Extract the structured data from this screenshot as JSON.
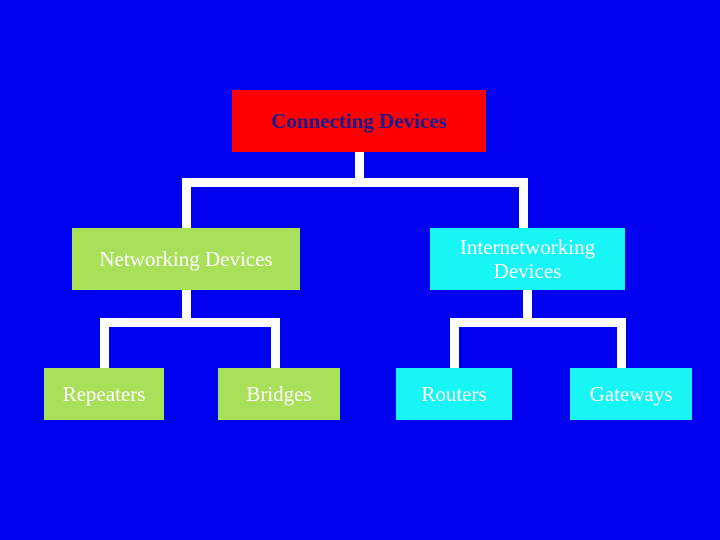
{
  "slide": {
    "background_color": "#0000f0",
    "title": "Connecting Devices"
  },
  "diagram": {
    "type": "tree",
    "nodes": [
      {
        "id": "root",
        "label": "Connecting Devices",
        "fill": "#ff0000",
        "text_color": "#1a1a8c",
        "level": 0
      },
      {
        "id": "networking",
        "label": "Networking Devices",
        "fill": "#a8e05a",
        "text_color": "#ffffff",
        "level": 1
      },
      {
        "id": "internetworking",
        "label": "Internetworking Devices",
        "fill": "#18f5f5",
        "text_color": "#ffffff",
        "level": 1
      },
      {
        "id": "repeaters",
        "label": "Repeaters",
        "fill": "#a8e05a",
        "text_color": "#ffffff",
        "level": 2
      },
      {
        "id": "bridges",
        "label": "Bridges",
        "fill": "#a8e05a",
        "text_color": "#ffffff",
        "level": 2
      },
      {
        "id": "routers",
        "label": "Routers",
        "fill": "#18f5f5",
        "text_color": "#ffffff",
        "level": 2
      },
      {
        "id": "gateways",
        "label": "Gateways",
        "fill": "#18f5f5",
        "text_color": "#ffffff",
        "level": 2
      }
    ],
    "edges": [
      {
        "from": "root",
        "to": "networking"
      },
      {
        "from": "root",
        "to": "internetworking"
      },
      {
        "from": "networking",
        "to": "repeaters"
      },
      {
        "from": "networking",
        "to": "bridges"
      },
      {
        "from": "internetworking",
        "to": "routers"
      },
      {
        "from": "internetworking",
        "to": "gateways"
      }
    ],
    "connector_color": "#ffffff"
  }
}
